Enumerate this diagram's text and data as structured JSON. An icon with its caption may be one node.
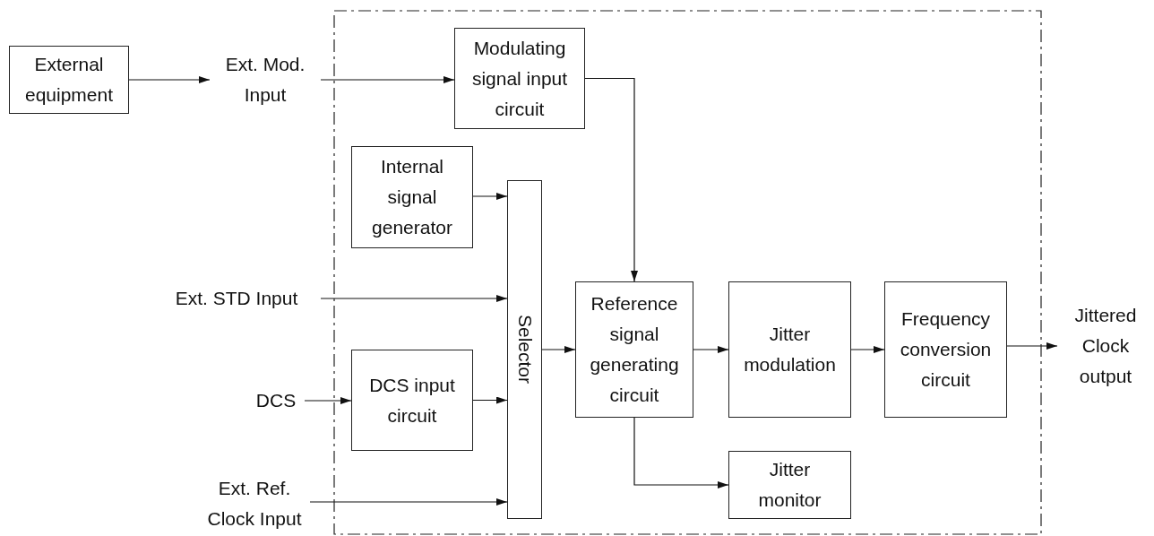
{
  "diagram": {
    "nodes": [
      {
        "text": [
          "External equipment"
        ]
      },
      {
        "text": [
          "Ext. Mod. Input"
        ]
      },
      {
        "text": [],
        "shape": "box"
      },
      {
        "text": [
          "Modulating signal input circuit"
        ],
        "in": 2
      },
      {
        "text": [
          "Internal signal generator"
        ],
        "in": 2
      },
      {
        "text": [
          "Ext. STD Input"
        ]
      },
      {
        "text": [
          "Selector"
        ],
        "in": 2
      },
      {
        "text": [
          "DCS"
        ]
      },
      {
        "text": [
          "DCS input circuit"
        ],
        "in": 2
      },
      {
        "text": [
          "Reference signal generating circuit"
        ],
        "in": 2
      },
      {
        "text": [
          "Jitter modulation"
        ],
        "in": 2
      },
      {
        "text": [
          "Frequency conversion circuit"
        ],
        "in": 2
      },
      {
        "text": [
          "Jittered Clock output"
        ]
      },
      {
        "text": [
          "Ext. Ref. Clock Input"
        ]
      },
      {
        "text": [
          "Jitter monitor"
        ],
        "in": 2
      }
    ],
    "edges": [
      {
        "from": 0,
        "to": 1,
        "arrow": "to"
      },
      {
        "from": 1,
        "to": 3,
        "arrow": "to"
      },
      {
        "from": 3,
        "to": 9,
        "arrow": "to"
      },
      {
        "from": 4,
        "to": 6,
        "arrow": "to"
      },
      {
        "from": 5,
        "to": 6,
        "arrow": "to"
      },
      {
        "from": 7,
        "to": 8,
        "arrow": "to"
      },
      {
        "from": 8,
        "to": 6,
        "arrow": "to"
      },
      {
        "from": 13,
        "to": 6,
        "arrow": "to"
      },
      {
        "from": 6,
        "to": 9,
        "arrow": "to"
      },
      {
        "from": 9,
        "to": 10,
        "arrow": "to"
      },
      {
        "from": 10,
        "to": 11,
        "arrow": "to"
      },
      {
        "from": 11,
        "to": 12,
        "arrow": "to"
      },
      {
        "from": 9,
        "to": 14,
        "arrow": "to"
      }
    ]
  }
}
